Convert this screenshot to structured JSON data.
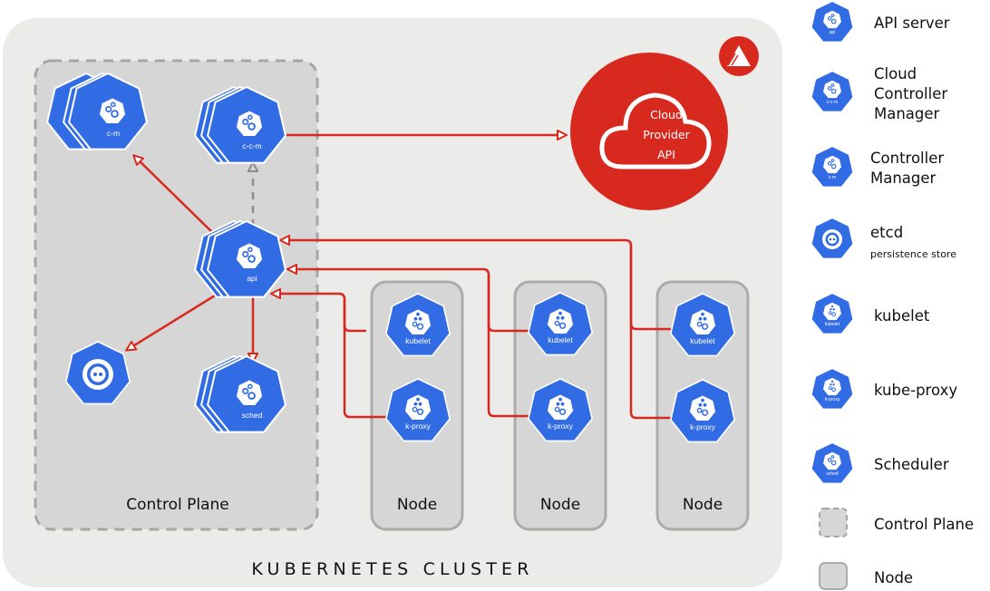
{
  "cluster": {
    "title": "KUBERNETES CLUSTER",
    "background": "#ebebea"
  },
  "control_plane": {
    "label": "Control Plane",
    "components": {
      "cm": {
        "short": "c-m"
      },
      "ccm": {
        "short": "c-c-m"
      },
      "api": {
        "short": "api"
      },
      "etcd": {
        "short": ""
      },
      "sched": {
        "short": "sched"
      }
    }
  },
  "nodes": [
    {
      "label": "Node",
      "kubelet": "kubelet",
      "proxy": "k-proxy"
    },
    {
      "label": "Node",
      "kubelet": "kubelet",
      "proxy": "k-proxy"
    },
    {
      "label": "Node",
      "kubelet": "kubelet",
      "proxy": "k-proxy"
    }
  ],
  "cloud_provider": {
    "lines": [
      "Cloud",
      "Provider",
      "API"
    ],
    "color": "#d8291f"
  },
  "colors": {
    "k8s_blue": "#326ce5",
    "arrow_red": "#d8291f",
    "dashed_gray": "#999999",
    "node_fill": "#d6d6d6",
    "node_border": "#ababab"
  },
  "legend": [
    {
      "icon": "api-server-icon",
      "short": "api",
      "label": [
        "API server"
      ]
    },
    {
      "icon": "cloud-controller-manager-icon",
      "short": "c-c-m",
      "label": [
        "Cloud",
        "Controller",
        "Manager"
      ]
    },
    {
      "icon": "controller-manager-icon",
      "short": "c-m",
      "label": [
        "Controller",
        "Manager"
      ]
    },
    {
      "icon": "etcd-icon",
      "short": "",
      "label": [
        "etcd"
      ],
      "sublabel": "persistence store"
    },
    {
      "icon": "kubelet-icon",
      "short": "kubelet",
      "label": [
        "kubelet"
      ]
    },
    {
      "icon": "kube-proxy-icon",
      "short": "k-proxy",
      "label": [
        "kube-proxy"
      ]
    },
    {
      "icon": "scheduler-icon",
      "short": "sched",
      "label": [
        "Scheduler"
      ]
    },
    {
      "icon": "control-plane-swatch",
      "short": "",
      "label": [
        "Control Plane"
      ]
    },
    {
      "icon": "node-swatch",
      "short": "",
      "label": [
        "Node"
      ]
    }
  ]
}
